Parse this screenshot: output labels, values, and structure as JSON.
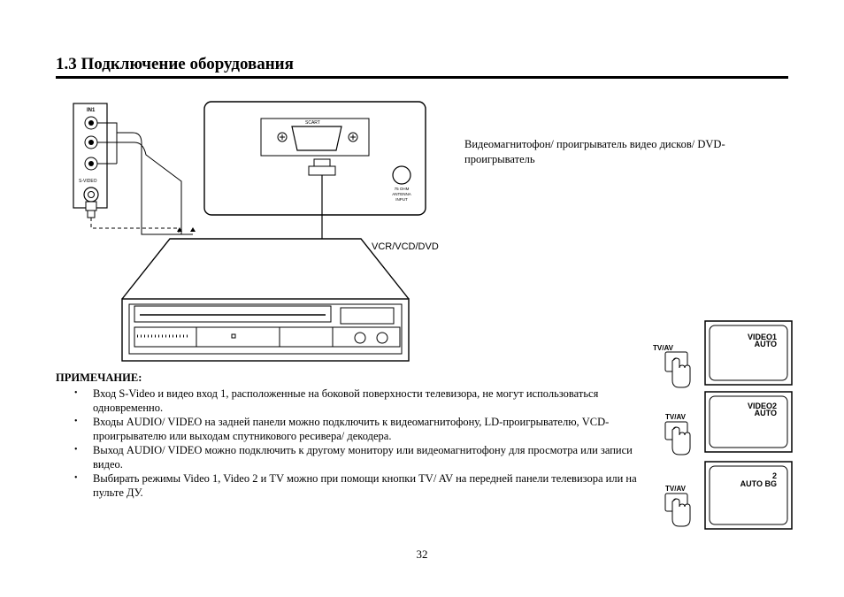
{
  "page": {
    "title": "1.3 Подключение оборудования",
    "caption": "Видеомагнитофон/ проигрыватель видео дисков/ DVD-проигрыватель",
    "note_heading": "ПРИМЕЧАНИЕ:",
    "notes": [
      "Вход S-Video и видео вход 1, расположенные на боковой поверхности телевизора, не могут использоваться одновременно.",
      "Входы AUDIO/ VIDEO на задней панели можно подключить к видеомагнитофону, LD-проигрывателю, VCD-проигрывателю или выходам спутникового ресивера/ декодера.",
      "Выход AUDIO/ VIDEO можно подключить к другому монитору или видеомагнитофону для просмотра или записи видео.",
      "Выбирать режимы Video 1, Video 2 и TV можно при помощи кнопки TV/ AV на передней панели телевизора или на пульте ДУ."
    ],
    "bullet": "•",
    "page_number": "32"
  },
  "diagram": {
    "device_label": "VCR/VCD/DVD",
    "scart_label": "SCART",
    "antenna_label": [
      "75 OHM",
      "ANTENNA",
      "INPUT"
    ],
    "side_panel_label": "IN1",
    "side_panel_s_label": "S-VIDEO",
    "tvav_button": "TV/AV",
    "screens": [
      {
        "lines": [
          "VIDEO1",
          "AUTO"
        ]
      },
      {
        "lines": [
          "VIDEO2",
          "AUTO"
        ]
      },
      {
        "lines": [
          "2",
          "AUTO BG"
        ]
      }
    ]
  }
}
